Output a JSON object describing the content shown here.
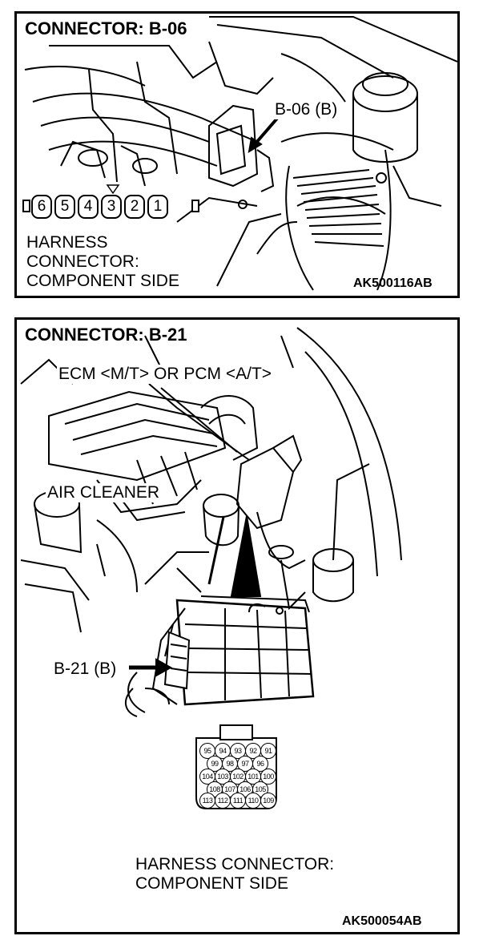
{
  "panel1": {
    "title": "CONNECTOR: B-06",
    "callout": "B-06 (B)",
    "pins": [
      "6",
      "5",
      "4",
      "3",
      "2",
      "1"
    ],
    "harness_lines": [
      "HARNESS",
      "CONNECTOR:",
      "COMPONENT SIDE"
    ],
    "code": "AK500116AB"
  },
  "panel2": {
    "title": "CONNECTOR: B-21",
    "ecm_label": "ECM <M/T> OR PCM <A/T>",
    "air_cleaner_label": "AIR CLEANER",
    "callout": "B-21 (B)",
    "pin_rows": [
      [
        "95",
        "94",
        "93",
        "92",
        "91"
      ],
      [
        "99",
        "98",
        "97",
        "96"
      ],
      [
        "104",
        "103",
        "102",
        "101",
        "100"
      ],
      [
        "108",
        "107",
        "106",
        "105"
      ],
      [
        "113",
        "112",
        "111",
        "110",
        "109"
      ]
    ],
    "harness_lines": [
      "HARNESS CONNECTOR:",
      "COMPONENT SIDE"
    ],
    "code": "AK500054AB"
  }
}
